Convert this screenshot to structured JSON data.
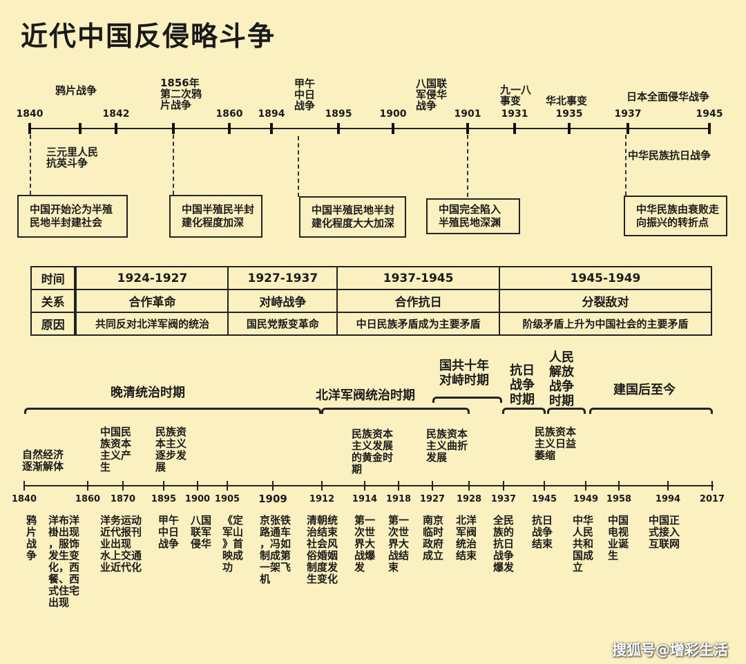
{
  "title": "近代中国反侵略斗争",
  "top_timeline": {
    "years": [
      "1840",
      "",
      "1842",
      "",
      "1860",
      "1894",
      "1895",
      "1900",
      "1901",
      "1931",
      "1935",
      "1937",
      "1945"
    ],
    "events_above": [
      "鸦片战争",
      "1856年\n第二次鸦\n片战争",
      "甲午\n中日\n战争",
      "八国联\n军侵华\n战争",
      "九一八\n事变",
      "华北事变",
      "日本全面侵华战争"
    ],
    "events_below": [
      "三元里人民\n抗英斗争",
      "中华民族抗日战争"
    ],
    "boxes": [
      "中国开始沦为半殖\n民地半封建社会",
      "中国半殖民半封\n建化程度加深",
      "中国半殖民地半封\n建化程度大大加深",
      "中国完全陷入\n半殖民地深渊",
      "中华民族由衰败走\n向振兴的转折点"
    ]
  },
  "relations_table": {
    "rows": [
      {
        "header": "时间",
        "cells": [
          "1924-1927",
          "1927-1937",
          "1937-1945",
          "1945-1949"
        ]
      },
      {
        "header": "关系",
        "cells": [
          "合作革命",
          "对峙战争",
          "合作抗日",
          "分裂敌对"
        ]
      },
      {
        "header": "原因",
        "cells": [
          "共同反对北洋军阀的统治",
          "国民党叛变革命",
          "中日民族矛盾成为主要矛盾",
          "阶级矛盾上升为中国社会的主要矛盾"
        ]
      }
    ]
  },
  "bottom_timeline": {
    "periods": [
      "晚清统治时期",
      "北洋军阀统治时期",
      "国共十年\n对峙时期",
      "抗日\n战争\n时期",
      "人民\n解放\n战争\n时期",
      "建国后至今"
    ],
    "economy": [
      "自然经济\n逐渐解体",
      "中国民\n族资本\n主义产\n生",
      "民族资\n本主义\n逐步发\n展",
      "民族资本\n主义发展\n的黄金时\n期",
      "民族资本\n主义曲折\n发展",
      "民族资本\n主义日益\n萎缩"
    ],
    "years": [
      "1840",
      "1860",
      "1870",
      "1895",
      "1900",
      "1905",
      "1909",
      "1912",
      "1914",
      "1918",
      "1927",
      "1928",
      "1937",
      "1945",
      "1949",
      "1958",
      "1994",
      "2017"
    ],
    "events": [
      "鸦\n片\n战\n争",
      "洋布洋\n褂出现\n，服饰\n发生变\n化，西\n餐、西\n式住宅\n出现",
      "洋务运动\n近代报刊\n业出现\n水上交通\n业近代化",
      "甲午\n中日\n战争",
      "八国\n联军\n侵华",
      "《定\n军山\n》首\n映成\n功",
      "京张铁\n路通车\n，冯如\n制成第\n一架飞\n机",
      "清朝统\n治结束\n社会风\n俗婚姻\n制度发\n生变化",
      "第一\n次世\n界大\n战爆\n发",
      "第一\n次世\n界大\n战结\n束",
      "南京\n临时\n政府\n成立",
      "北洋\n军阀\n统治\n结束",
      "全民\n族的\n抗日\n战争\n爆发",
      "抗日\n战争\n结束",
      "中华\n人民\n共和\n国成\n立",
      "中国\n电视\n业诞\n生",
      "中国正\n式接入\n互联网"
    ]
  },
  "watermark": "搜狐号@增彩生活"
}
